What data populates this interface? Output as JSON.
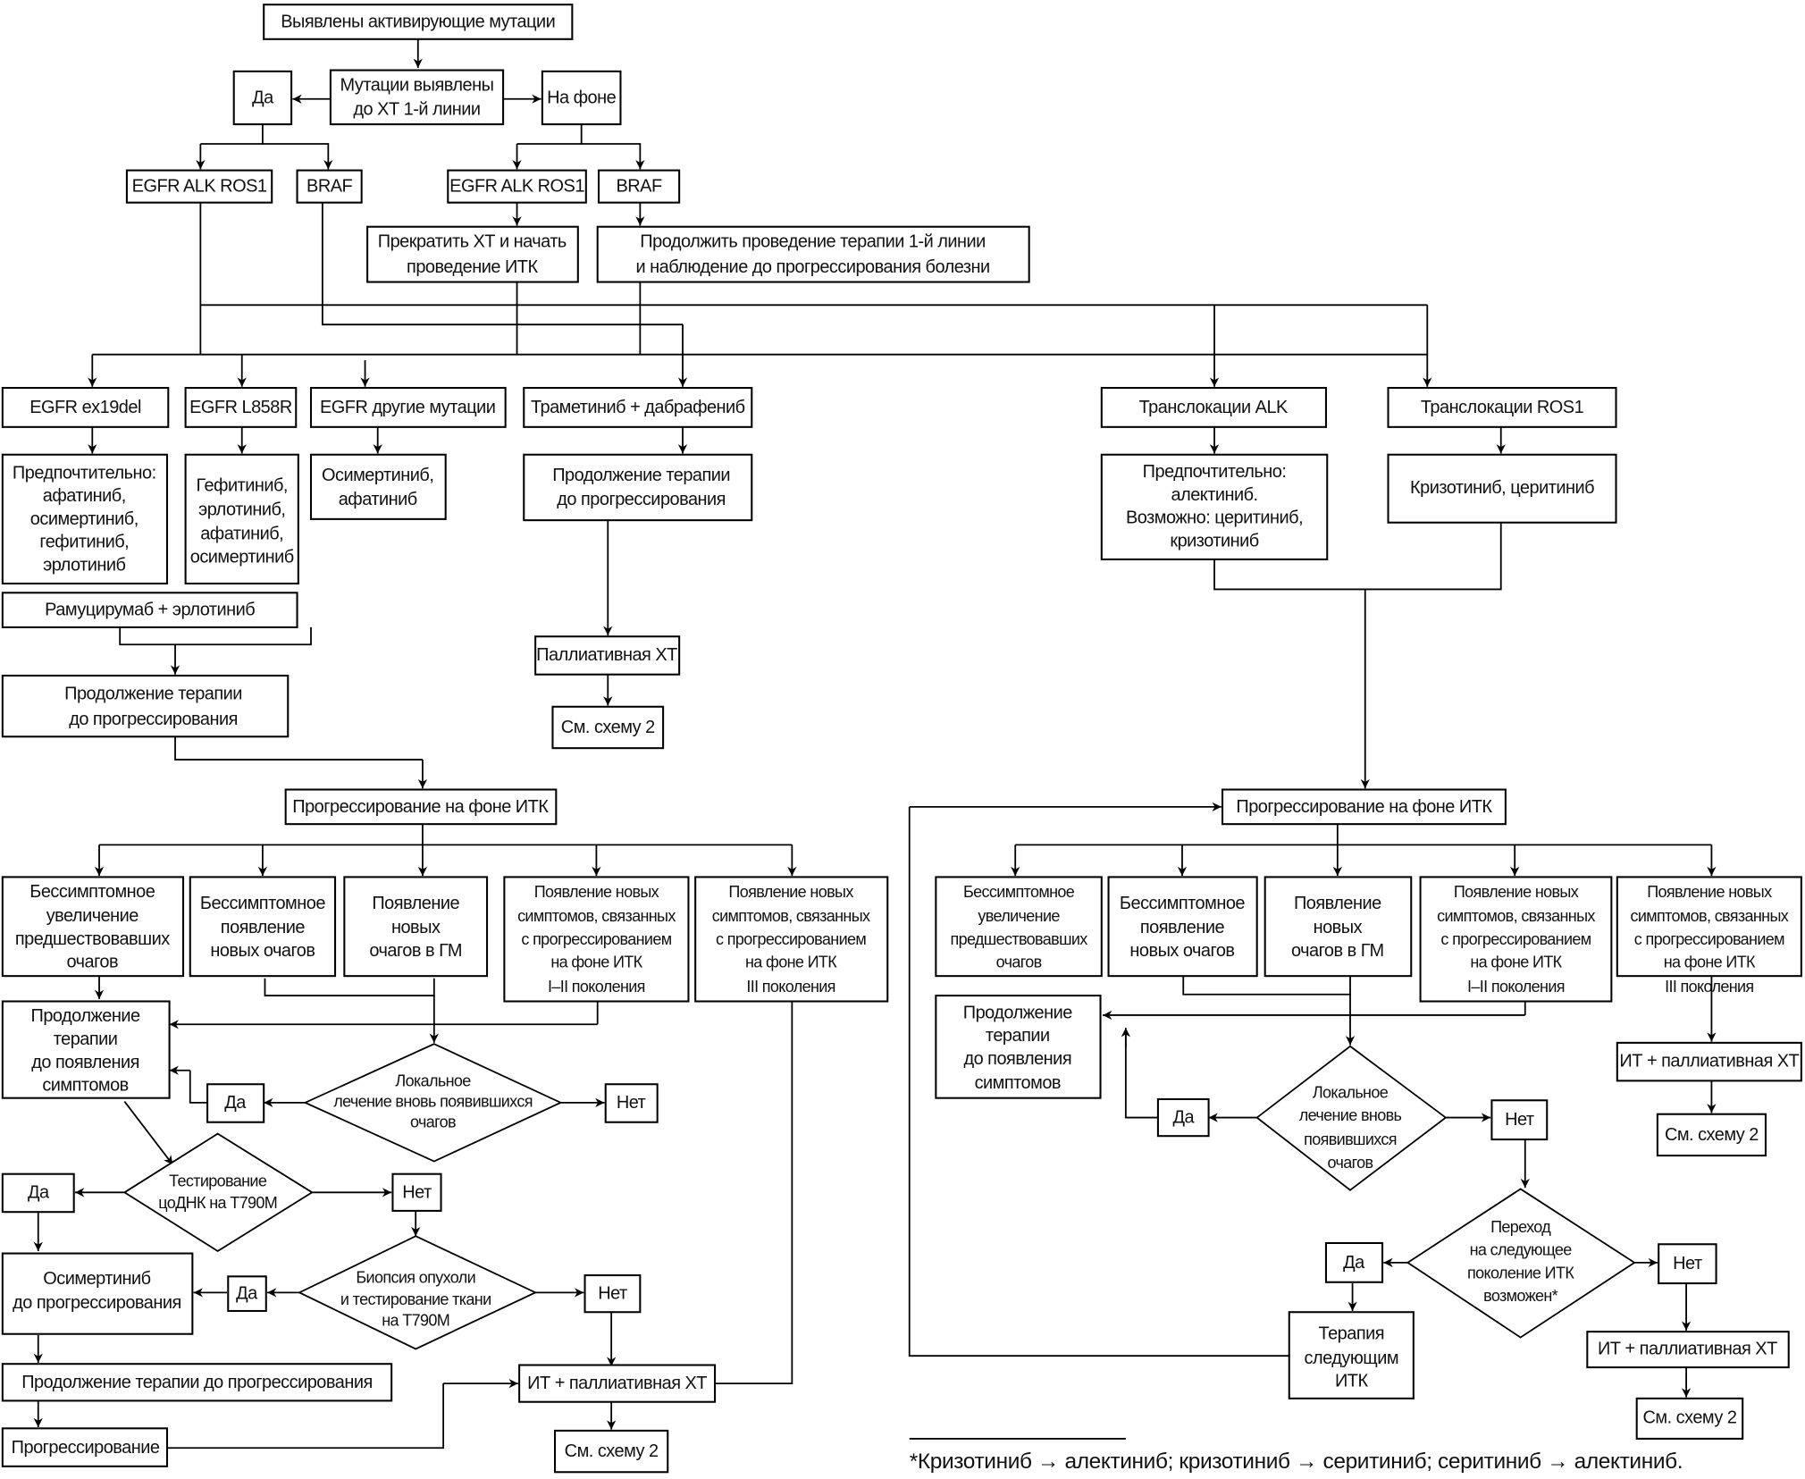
{
  "diagram": {
    "colors": {
      "stroke": "#000000",
      "fill": "#ffffff",
      "text": "#111111"
    },
    "top": "Выявлены активирующие мутации",
    "q_timing": [
      "Мутации выявлены",
      "до ХТ 1-й линии"
    ],
    "yes": "Да",
    "no": "Нет",
    "on_background": "На фоне",
    "egfr_alk_ros1": "EGFR ALK ROS1",
    "braf": "BRAF",
    "stop_ct": [
      "Прекратить ХТ и начать",
      "проведение ИТК"
    ],
    "continue_first_line": [
      "Продолжить проведение терапии 1-й линии",
      "и наблюдение до прогрессирования болезни"
    ],
    "egfr_ex19del": "EGFR ex19del",
    "egfr_l858r": "EGFR L858R",
    "egfr_other": "EGFR другие мутации",
    "trametinib": "Траметиниб + дабрафениб",
    "alk_transloc": "Транслокации ALK",
    "ros1_transloc": "Транслокации ROS1",
    "ex19del_treatment": [
      "Предпочтительно:",
      "афатиниб,",
      "осимертиниб,",
      "гефитиниб,",
      "эрлотиниб"
    ],
    "l858r_treatment": [
      "Гефитиниб,",
      "эрлотиниб,",
      "афатиниб,",
      "осимертиниб"
    ],
    "other_treatment": [
      "Осимертиниб,",
      "афатиниб"
    ],
    "continue_until_progression": [
      "Продолжение терапии",
      "до прогрессирования"
    ],
    "ramucirumab": "Рамуцирумаб + эрлотиниб",
    "palliative_ct": "Паллиативная ХТ",
    "see_scheme_2": "См. схему 2",
    "alk_treatment": [
      "Предпочтительно:",
      "алектиниб.",
      "Возможно: церитиниб,",
      "кризотиниб"
    ],
    "ros1_treatment": "Кризотиниб, церитиниб",
    "progression_on_tki": "Прогрессирование на фоне ИТК",
    "scenarios": [
      [
        "Бессимптомное",
        "увеличение",
        "предшествовавших",
        "очагов"
      ],
      [
        "Бессимптомное",
        "появление",
        "новых очагов"
      ],
      [
        "Появление",
        "новых",
        "очагов в ГМ"
      ],
      [
        "Появление новых",
        "симптомов, связанных",
        "с прогрессированием",
        "на фоне ИТК",
        "I–II поколения"
      ],
      [
        "Появление новых",
        "симптомов, связанных",
        "с прогрессированием",
        "на фоне ИТК",
        "III поколения"
      ]
    ],
    "continue_until_symptoms": [
      "Продолжение",
      "терапии",
      "до появления",
      "симптомов"
    ],
    "local_treatment_left": [
      "Локальное",
      "лечение вновь появившихся",
      "очагов"
    ],
    "local_treatment_right": [
      "Локальное",
      "лечение вновь",
      "появившихся",
      "очагов"
    ],
    "ctdna_test": [
      "Тестирование",
      "цоДНК на T790M"
    ],
    "biopsy_test": [
      "Биопсия опухоли",
      "и тестирование ткани",
      "на T790M"
    ],
    "osimertinib": [
      "Осимертиниб",
      "до прогрессирования"
    ],
    "continue_until_progression_one_line": "Продолжение терапии до прогрессирования",
    "progression": "Прогрессирование",
    "it_palliative": "ИТ + паллиативная ХТ",
    "next_gen_possible": [
      "Переход",
      "на следующее",
      "поколение ИТК",
      "возможен*"
    ],
    "next_tki_therapy": [
      "Терапия",
      "следующим",
      "ИТК"
    ],
    "footnote": "*Кризотиниб → алектиниб; кризотиниб → серитиниб; серитиниб → алектиниб."
  }
}
